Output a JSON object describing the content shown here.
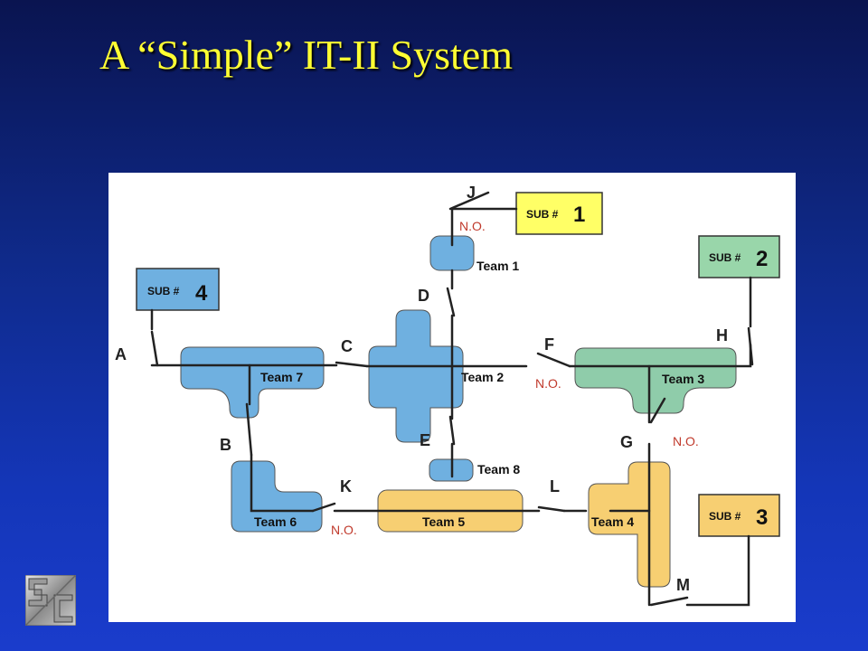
{
  "title": "A “Simple” IT-II System",
  "substations": [
    {
      "prefix": "SUB #",
      "number": "1",
      "color": "#ffff66"
    },
    {
      "prefix": "SUB #",
      "number": "2",
      "color": "#99d6aa"
    },
    {
      "prefix": "SUB #",
      "number": "3",
      "color": "#f7cf72"
    },
    {
      "prefix": "SUB #",
      "number": "4",
      "color": "#6fb0e0"
    }
  ],
  "teams": [
    "Team 1",
    "Team 2",
    "Team 3",
    "Team 4",
    "Team 5",
    "Team 6",
    "Team 7",
    "Team 8"
  ],
  "switches": {
    "A": "A",
    "B": "B",
    "C": "C",
    "D": "D",
    "E": "E",
    "F": "F",
    "G": "G",
    "H": "H",
    "J": "J",
    "K": "K",
    "L": "L",
    "M": "M"
  },
  "normally_open_label": "N.O.",
  "colors": {
    "blue_team": "#6fb0e0",
    "green_team": "#8fccaa",
    "orange_team": "#f7cf72",
    "normally_open_text": "#c0392b",
    "title": "#ffff33"
  }
}
